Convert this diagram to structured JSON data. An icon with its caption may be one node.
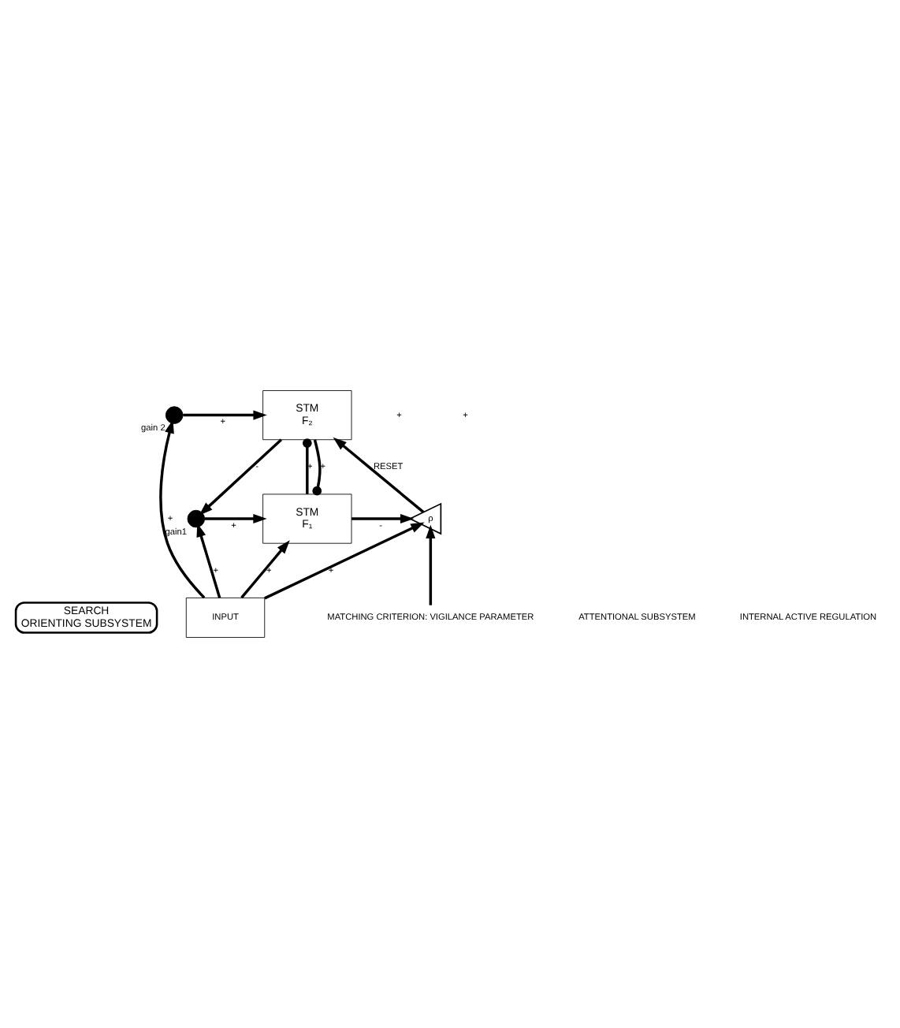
{
  "diagram": {
    "nodes": [
      {
        "text": [
          "SEARCH",
          "ORIENTING SUBSYSTEM"
        ]
      },
      {
        "text": [
          "STM",
          "F₂"
        ]
      },
      {
        "text": [],
        "shape": "circle",
        "beside": [
          "gain 2"
        ]
      },
      {
        "text": [],
        "shape": "circle",
        "beside": [
          "gain1"
        ]
      },
      {
        "text": [
          "STM",
          "F₁"
        ]
      },
      {
        "text": [
          "ρ"
        ]
      },
      {
        "text": [
          "INPUT"
        ]
      },
      {
        "text": [
          "MATCHING CRITERION: VIGILANCE PARAMETER"
        ]
      }
    ],
    "edges": [
      {
        "from": 2,
        "to": 1,
        "arrow": "to",
        "label": "+"
      },
      {
        "from": 1,
        "to": 4,
        "arrow": "other",
        "label": "+"
      },
      {
        "from": 1,
        "to": 3,
        "arrow": "to",
        "label": "-"
      },
      {
        "from": 4,
        "to": 1,
        "arrow": "other",
        "label": "+"
      },
      {
        "from": 3,
        "to": 4,
        "arrow": "to",
        "label": "+"
      },
      {
        "from": 4,
        "to": 5,
        "arrow": "to",
        "label": "-"
      },
      {
        "from": 5,
        "to": 1,
        "arrow": "to",
        "label": "RESET"
      },
      {
        "from": 6,
        "to": 4,
        "arrow": "to",
        "label": "+"
      },
      {
        "from": 6,
        "to": 5,
        "arrow": "to",
        "label": "+"
      },
      {
        "from": 6,
        "to": 3,
        "arrow": "to",
        "label": "+"
      },
      {
        "from": 6,
        "to": 2,
        "arrow": "to",
        "label": "+"
      },
      {
        "from": 7,
        "to": 5,
        "arrow": "to"
      }
    ],
    "labels": [
      "ATTENTIONAL SUBSYSTEM",
      "+",
      "+",
      "INTERNAL ACTIVE REGULATION"
    ]
  }
}
